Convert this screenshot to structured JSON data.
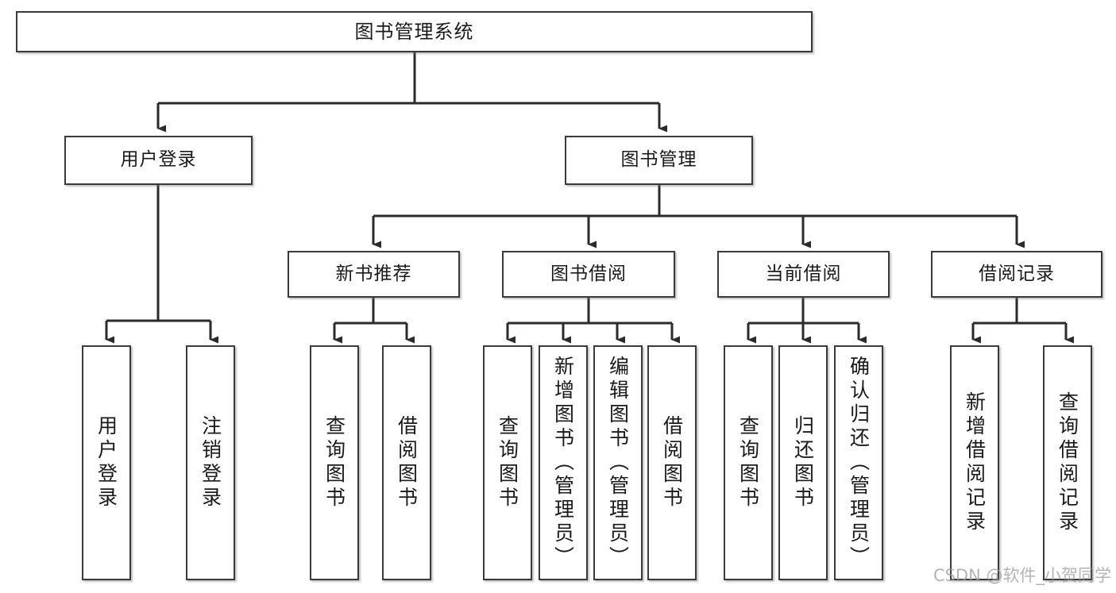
{
  "diagram": {
    "title": "图书管理系统",
    "type": "tree-hierarchy-diagram",
    "colors": {
      "box_border": "#3a3a3a",
      "box_fill": "#ffffff",
      "connector": "#2b2b2b",
      "text": "#1a1a1a",
      "watermark": "#9b9b9b",
      "background": "#ffffff"
    },
    "levels": {
      "root": {
        "label": "图书管理系统"
      },
      "level2": [
        {
          "label": "用户登录"
        },
        {
          "label": "图书管理"
        }
      ],
      "level3": [
        {
          "label": "新书推荐"
        },
        {
          "label": "图书借阅"
        },
        {
          "label": "当前借阅"
        },
        {
          "label": "借阅记录"
        }
      ],
      "leaves": {
        "user_login": [
          {
            "label": "用户登录"
          },
          {
            "label": "注销登录"
          }
        ],
        "new_book_recommend": [
          {
            "label": "查询图书"
          },
          {
            "label": "借阅图书"
          }
        ],
        "book_borrow": [
          {
            "label": "查询图书"
          },
          {
            "label": "新增图书（管理员）"
          },
          {
            "label": "编辑图书（管理员）"
          },
          {
            "label": "借阅图书"
          }
        ],
        "current_borrow": [
          {
            "label": "查询图书"
          },
          {
            "label": "归还图书"
          },
          {
            "label": "确认归还（管理员）"
          }
        ],
        "borrow_record": [
          {
            "label": "新增借阅记录"
          },
          {
            "label": "查询借阅记录"
          }
        ]
      }
    },
    "watermark": "CSDN @软件_小贺同学"
  }
}
